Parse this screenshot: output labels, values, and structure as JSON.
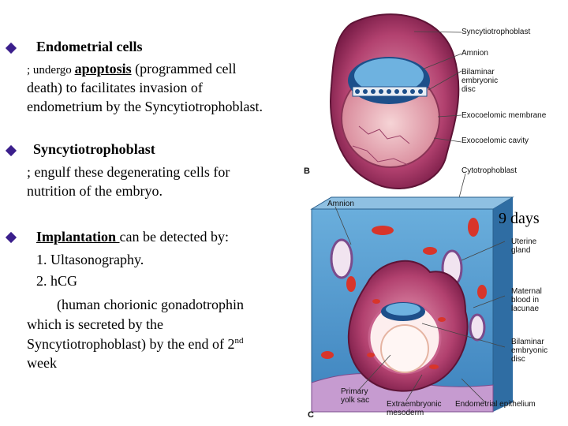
{
  "bullets": [
    {
      "heading": "Endometrial cells",
      "line1_prefix": "; undergo ",
      "line1_term": "apoptosis",
      "line1_suffix": " (programmed cell",
      "line2": "death) to facilitates invasion of",
      "line3": "endometrium by the Syncytiotrophoblast."
    },
    {
      "heading": "Syncytiotrophoblast",
      "line1": "; engulf  these degenerating cells for",
      "line2": "nutrition of the embryo."
    },
    {
      "heading_term": "Implantation ",
      "heading_rest": "can be detected by:",
      "item1": "1.  Ultasonography.",
      "item2": "2.  hCG",
      "item3": "(human chorionic gonadotrophin",
      "line4": "which is secreted by the",
      "line5_text": "Syncytiotrophoblast) by the end of 2",
      "line5_sup": "nd",
      "line6": "week"
    }
  ],
  "figure": {
    "top_labels": {
      "syncytiotrophoblast": "Syncytiotrophoblast",
      "amnion": "Amnion",
      "bilaminar": "Bilaminar",
      "embryonic": "embryonic",
      "disc": "disc",
      "exocoelomic_membrane": "Exocoelomic membrane",
      "exocoelomic_cavity": "Exocoelomic cavity",
      "cytotrophoblast": "Cytotrophoblast"
    },
    "panel_b": "B",
    "panel_c": "C",
    "days_label": "9 days",
    "bottom_labels": {
      "amnion": "Amnion",
      "uterine1": "Uterine",
      "uterine2": "gland",
      "maternal1": "Maternal",
      "maternal2": "blood in",
      "maternal3": "lacunae",
      "bilaminar1": "Bilaminar",
      "bilaminar2": "embryonic",
      "bilaminar3": "disc",
      "primary1": "Primary",
      "primary2": "yolk sac",
      "extra1": "Extraembryonic",
      "extra2": "mesoderm",
      "endometrial": "Endometrial epithelium"
    }
  },
  "colors": {
    "bullet": "#3b1f8c",
    "endometrium": "#4f93c8",
    "trophoblast": "#9a2a5c",
    "blood": "#d8352a"
  }
}
